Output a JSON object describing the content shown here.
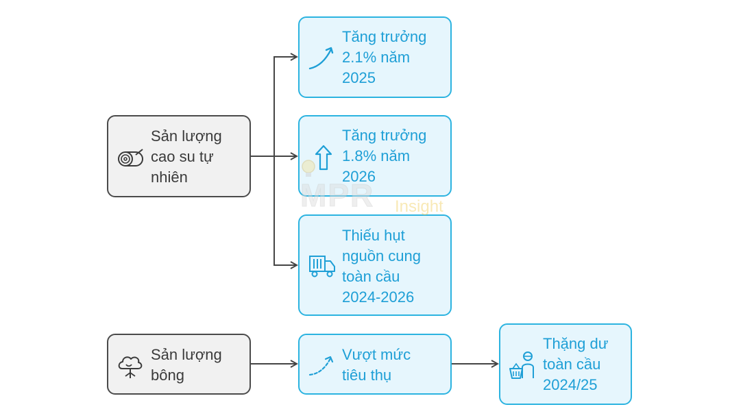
{
  "nodes": {
    "rubber": {
      "label": "Sản lượng\ncao su tự\nnhiên",
      "icon": "rubber-roll-icon"
    },
    "growth2025": {
      "label": "Tăng trưởng\n2.1% năm\n2025",
      "icon": "curved-up-arrow-icon"
    },
    "growth2026": {
      "label": "Tăng trưởng\n1.8% năm\n2026",
      "icon": "up-arrow-icon"
    },
    "shortage": {
      "label": "Thiếu hụt\nnguồn cung\ntoàn cầu\n2024-2026",
      "icon": "truck-icon"
    },
    "cotton": {
      "label": "Sản lượng\nbông",
      "icon": "cotton-plant-icon"
    },
    "exceed": {
      "label": "Vượt mức\ntiêu thụ",
      "icon": "dashed-up-arrow-icon"
    },
    "surplus": {
      "label": "Thặng dư\ntoàn cầu\n2024/25",
      "icon": "person-basket-icon"
    }
  },
  "watermark": {
    "logo_text": "MPR",
    "logo_sub": "Insight"
  },
  "colors": {
    "source_fill": "#f1f1f1",
    "source_border": "#4a4a4a",
    "source_text": "#3a3a3a",
    "target_fill": "#e6f6fd",
    "target_border": "#2bb3e0",
    "target_text": "#1e9fd6",
    "edge": "#444444"
  }
}
